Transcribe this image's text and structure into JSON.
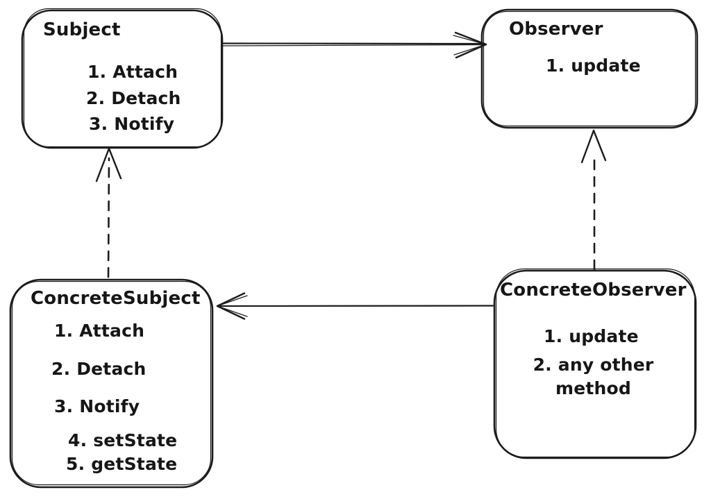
{
  "diagram": {
    "colors": {
      "background": "#ffffff",
      "ink": "#1b1b1b"
    },
    "nodes": {
      "subject": {
        "title": "Subject",
        "items": [
          "1. Attach",
          "2. Detach",
          "3. Notify"
        ]
      },
      "observer": {
        "title": "Observer",
        "items": [
          "1. update"
        ]
      },
      "concrete_subject": {
        "title": "ConcreteSubject",
        "items": [
          "1. Attach",
          "2. Detach",
          "3. Notify",
          "4. setState",
          "5. getState"
        ]
      },
      "concrete_observer": {
        "title": "ConcreteObserver",
        "items": [
          "1. update",
          "2. any other method"
        ]
      }
    },
    "edges": [
      {
        "from": "Subject",
        "to": "Observer",
        "line": "solid",
        "arrowhead": "open",
        "direction": "right"
      },
      {
        "from": "ConcreteObserver",
        "to": "ConcreteSubject",
        "line": "solid",
        "arrowhead": "open",
        "direction": "left"
      },
      {
        "from": "ConcreteSubject",
        "to": "Subject",
        "line": "dashed",
        "arrowhead": "open",
        "direction": "up"
      },
      {
        "from": "ConcreteObserver",
        "to": "Observer",
        "line": "dashed",
        "arrowhead": "open",
        "direction": "up"
      }
    ]
  }
}
